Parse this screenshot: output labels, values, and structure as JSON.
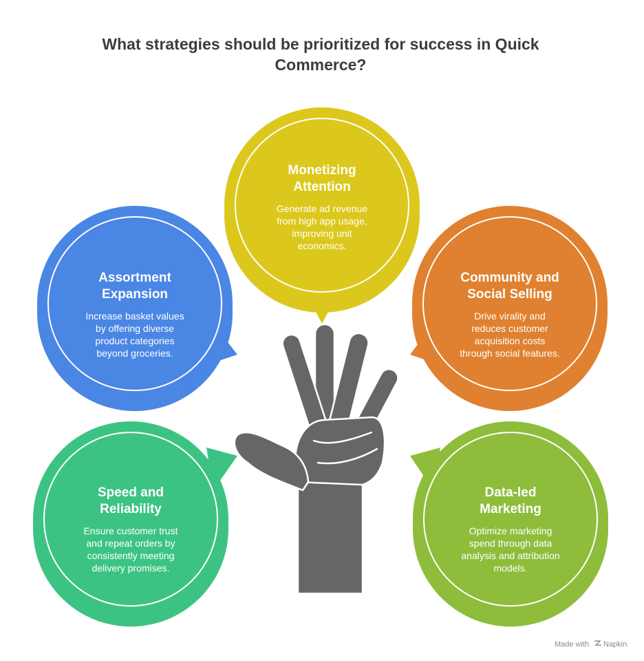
{
  "title": {
    "line1": "What strategies should be prioritized for success in Quick",
    "line2": "Commerce?"
  },
  "strategies": [
    {
      "key": "monetizing",
      "color": "#dcc81c",
      "title": [
        "Monetizing",
        "Attention"
      ],
      "body": [
        "Generate ad revenue",
        "from high app usage,",
        "improving unit",
        "economics."
      ]
    },
    {
      "key": "assortment",
      "color": "#4a86e4",
      "title": [
        "Assortment",
        "Expansion"
      ],
      "body": [
        "Increase basket values",
        "by offering diverse",
        "product categories",
        "beyond groceries."
      ]
    },
    {
      "key": "community",
      "color": "#df8130",
      "title": [
        "Community and",
        "Social Selling"
      ],
      "body": [
        "Drive virality and",
        "reduces customer",
        "acquisition costs",
        "through social features."
      ]
    },
    {
      "key": "speed",
      "color": "#3cc383",
      "title": [
        "Speed and",
        "Reliability"
      ],
      "body": [
        "Ensure customer trust",
        "and repeat orders by",
        "consistently meeting",
        "delivery promises."
      ]
    },
    {
      "key": "data-led",
      "color": "#8dbd3b",
      "title": [
        "Data-led",
        "Marketing"
      ],
      "body": [
        "Optimize marketing",
        "spend through data",
        "analysis and attribution",
        "models."
      ]
    }
  ],
  "hand": {
    "color": "#666666"
  },
  "credit": {
    "prefix": "Made with",
    "brand": "Napkin"
  }
}
